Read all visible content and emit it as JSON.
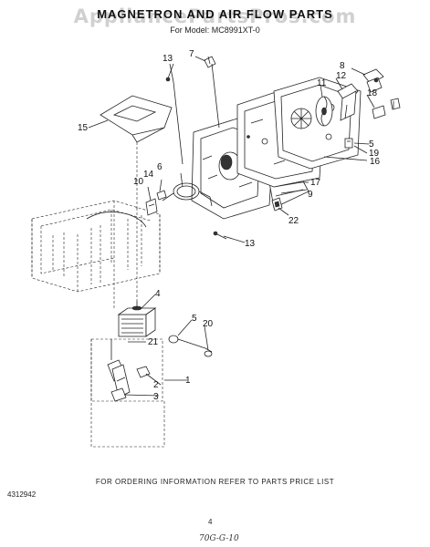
{
  "header": {
    "title": "MAGNETRON AND AIR FLOW PARTS",
    "model": "For Model: MC8991XT-0",
    "watermark": "AppliancePartsPros.com"
  },
  "callouts": [
    "1",
    "2",
    "3",
    "4",
    "5",
    "6",
    "7",
    "8",
    "9",
    "10",
    "11",
    "12",
    "13",
    "13",
    "14",
    "15",
    "16",
    "17",
    "18",
    "19",
    "20",
    "21",
    "22",
    "5"
  ],
  "footer": {
    "ordering_info": "FOR ORDERING INFORMATION REFER TO PARTS PRICE LIST",
    "part_number": "4312942",
    "page_number": "4",
    "handwritten_code": "70G-G-10"
  }
}
